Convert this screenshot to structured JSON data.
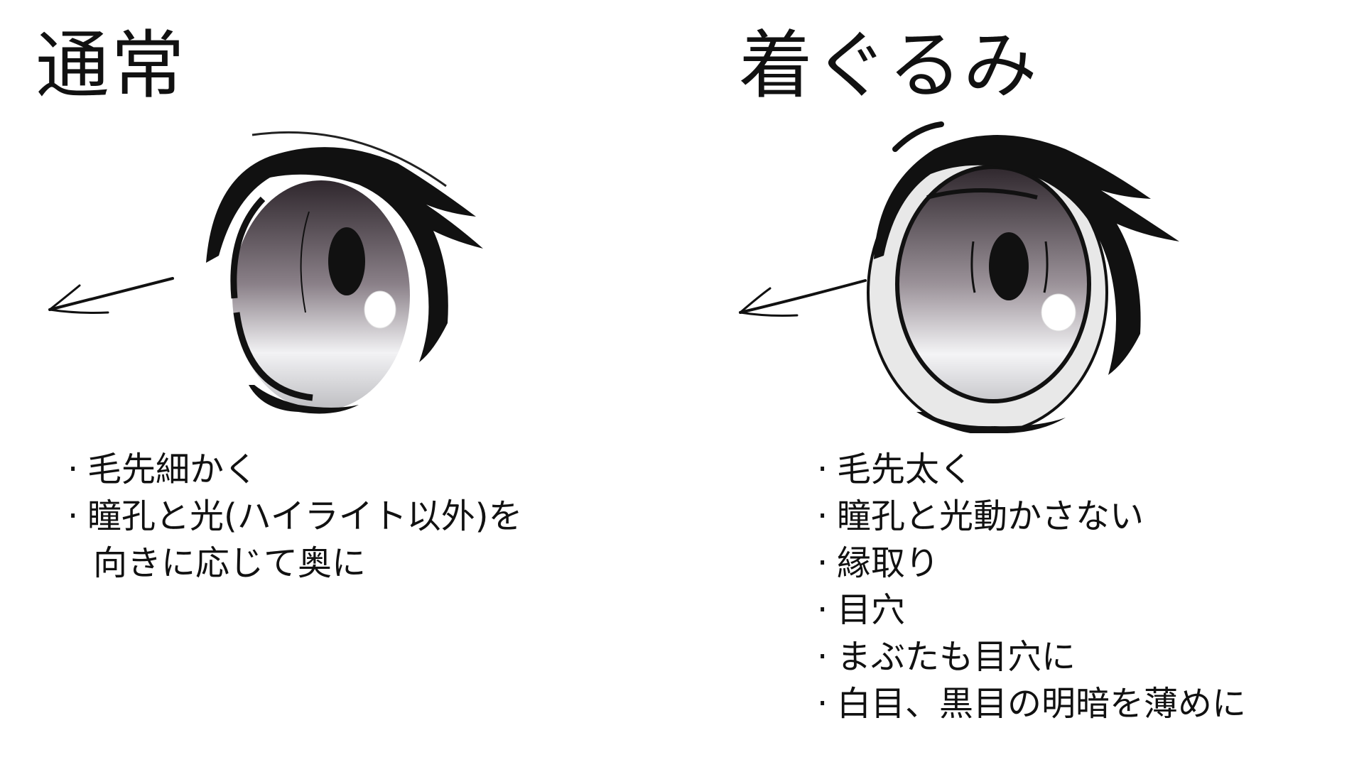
{
  "panels": [
    {
      "title": "通常",
      "notes": [
        {
          "lines": [
            "毛先細かく"
          ]
        },
        {
          "lines": [
            "瞳孔と光(ハイライト以外)を",
            "向きに応じて奥に"
          ]
        }
      ]
    },
    {
      "title": "着ぐるみ",
      "notes": [
        {
          "lines": [
            "毛先太く"
          ]
        },
        {
          "lines": [
            "瞳孔と光動かさない"
          ]
        },
        {
          "lines": [
            "縁取り"
          ]
        },
        {
          "lines": [
            "目穴"
          ]
        },
        {
          "lines": [
            "まぶたも目穴に"
          ]
        },
        {
          "lines": [
            "白目、黒目の明暗を薄めに"
          ]
        }
      ]
    }
  ],
  "colors": {
    "ink": "#111111",
    "iris_top": "#3a3238",
    "iris_bottom": "#f4f4f6",
    "rim": "#e8e8e8"
  }
}
